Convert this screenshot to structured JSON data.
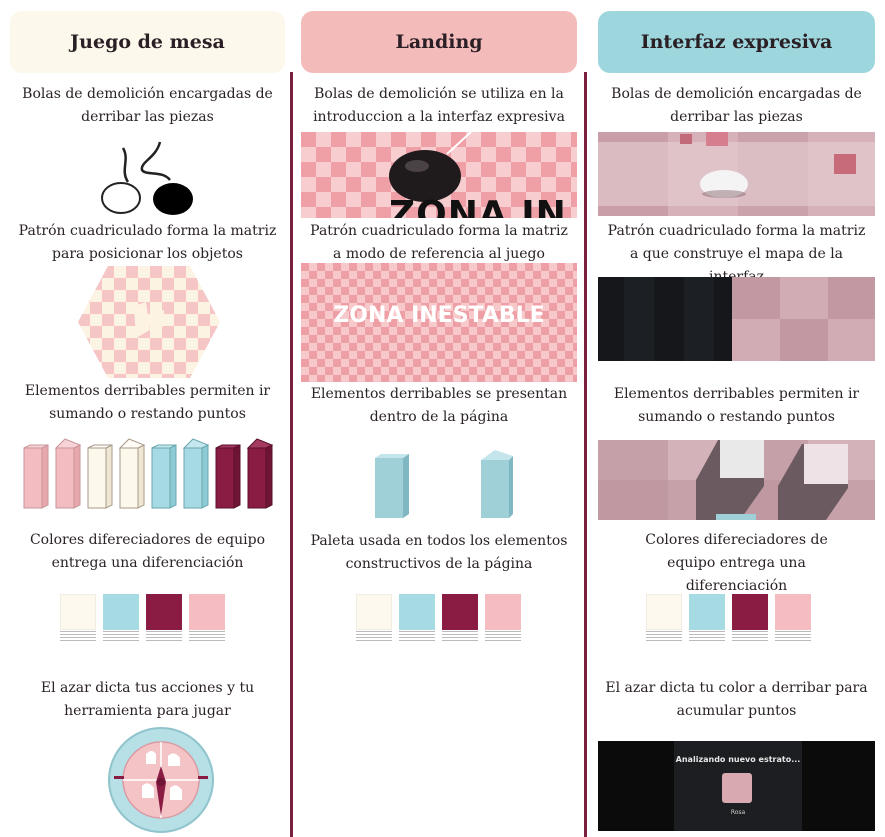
{
  "columns": [
    {
      "title": "Juego de mesa",
      "header_color": "#fdf8ec",
      "items": [
        "Bolas de demolición encargadas de derribar las piezas",
        "Patrón cuadriculado forma la matriz para posicionar los objetos",
        "Elementos derribables permiten ir sumando o restando puntos",
        "Colores difereciadores de equipo entrega una diferenciación",
        "El azar dicta tus acciones y tu herramienta para jugar"
      ]
    },
    {
      "title": "Landing",
      "header_color": "#f4bbbb",
      "items": [
        "Bolas de demolición se utiliza en la introduccion a la interfaz expresiva",
        "Patrón cuadriculado forma la matriz a modo de referencia al juego",
        "Elementos derribables se presentan dentro de la página",
        "Paleta usada en todos los elementos constructivos de la página"
      ],
      "zona_cut": "ZONA IN",
      "zona_banner": "ZONA INESTABLE"
    },
    {
      "title": "Interfaz expresiva",
      "header_color": "#9dd6dc",
      "items": [
        "Bolas de demolición encargadas de derribar las piezas",
        "Patrón cuadriculado forma la matriz a que construye el mapa de la interfaz",
        "Elementos derribables permiten ir sumando o restando puntos",
        "Colores difereciadores de equipo entrega una diferenciación",
        "El azar dicta tu color a derribar para acumular puntos"
      ],
      "modal_title": "Analizando nuevo estrato...",
      "modal_label": "Rosa"
    }
  ],
  "palette": [
    "#fdf9ef",
    "#a7dbe3",
    "#8a1c44",
    "#f5bcc1"
  ],
  "accent_line": "#7a1f3d"
}
